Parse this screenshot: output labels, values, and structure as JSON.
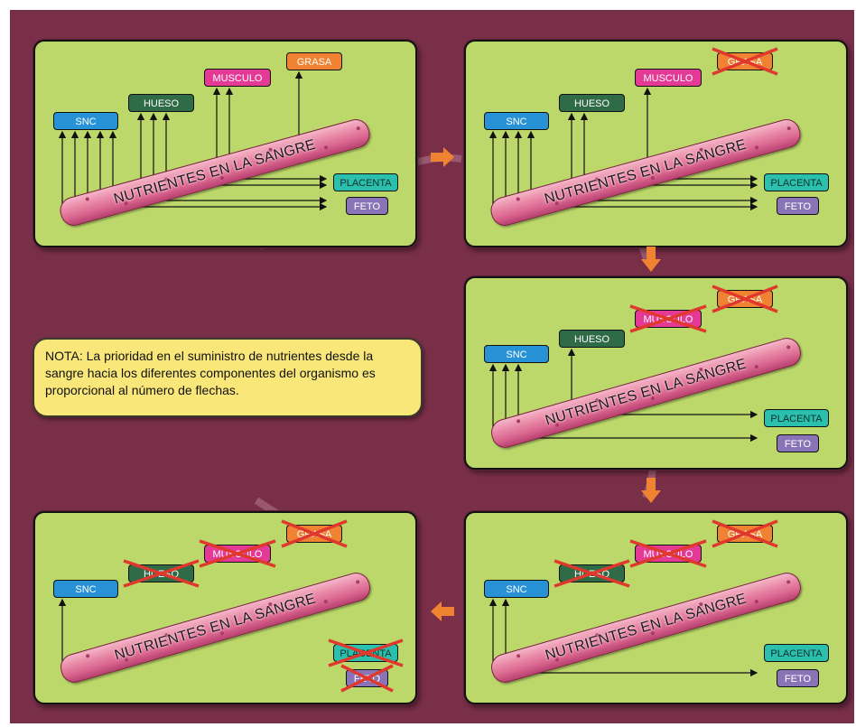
{
  "note": "NOTA: La prioridad en el suministro de nutrientes desde la sangre hacia los diferentes componentes del organismo es proporcional al número de flechas.",
  "vessel_text": "NUTRIENTES EN LA SANGRE",
  "labels": {
    "snc": "SNC",
    "hueso": "HUESO",
    "musculo": "MUSCULO",
    "grasa": "GRASA",
    "placenta": "PLACENTA",
    "feto": "FETO"
  },
  "colors": {
    "background": "#7a2f49",
    "panel": "#bcd86a",
    "snc": "#2792d6",
    "hueso": "#2f6b46",
    "musculo": "#e43a96",
    "grasa": "#f08331",
    "placenta": "#2bbfae",
    "feto": "#8a74b8",
    "vessel": "#e98aa8",
    "cross": "#e0382d",
    "note": "#f9e77a",
    "flow_arrow": "#f08331"
  },
  "panels": [
    {
      "id": "stage-1",
      "arrows": {
        "snc": 5,
        "hueso": 3,
        "musculo": 2,
        "grasa": 1,
        "placenta": 2,
        "feto": 2
      },
      "crossed": []
    },
    {
      "id": "stage-2",
      "arrows": {
        "snc": 4,
        "hueso": 2,
        "musculo": 1,
        "grasa": 0,
        "placenta": 2,
        "feto": 2
      },
      "crossed": [
        "grasa"
      ]
    },
    {
      "id": "stage-3",
      "arrows": {
        "snc": 3,
        "hueso": 1,
        "musculo": 0,
        "grasa": 0,
        "placenta": 1,
        "feto": 1
      },
      "crossed": [
        "musculo",
        "grasa"
      ]
    },
    {
      "id": "stage-4",
      "arrows": {
        "snc": 2,
        "hueso": 0,
        "musculo": 0,
        "grasa": 0,
        "placenta": 0,
        "feto": 1
      },
      "crossed": [
        "hueso",
        "musculo",
        "grasa"
      ]
    },
    {
      "id": "stage-5",
      "arrows": {
        "snc": 1,
        "hueso": 0,
        "musculo": 0,
        "grasa": 0,
        "placenta": 0,
        "feto": 0
      },
      "crossed": [
        "hueso",
        "musculo",
        "grasa",
        "placenta",
        "feto"
      ]
    }
  ]
}
